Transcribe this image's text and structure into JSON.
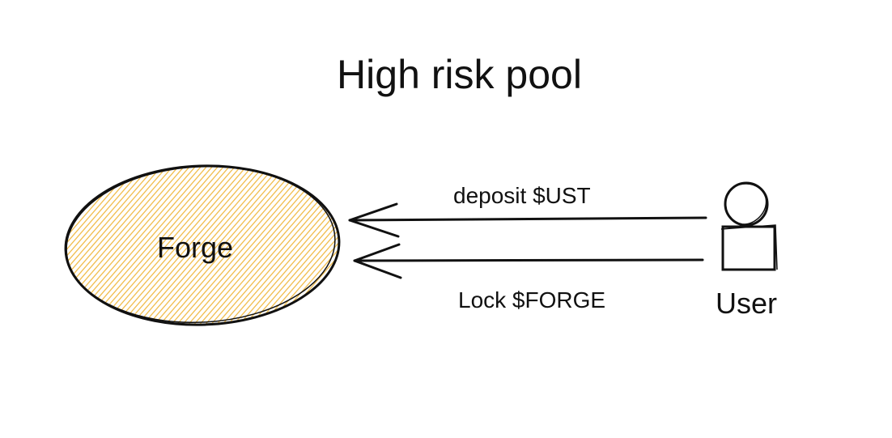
{
  "title": "High risk pool",
  "nodes": {
    "pool": {
      "label": "Forge",
      "fill_color": "#f0b63a",
      "stroke_color": "#111111"
    },
    "actor": {
      "label": "User",
      "stroke_color": "#111111"
    }
  },
  "edges": [
    {
      "label": "deposit $UST",
      "from": "User",
      "to": "Forge"
    },
    {
      "label": "Lock $FORGE",
      "from": "User",
      "to": "Forge"
    }
  ],
  "style": {
    "background": "#ffffff",
    "ink": "#111111",
    "hatch_color": "#f0b63a"
  }
}
